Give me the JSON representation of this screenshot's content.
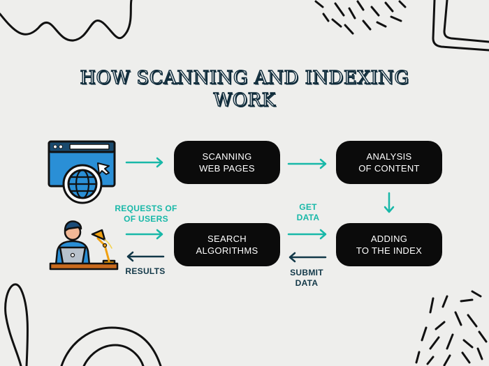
{
  "title": {
    "line1": "HOW SCANNING AND INDEXING",
    "line2": "WORK"
  },
  "steps": {
    "scanning": {
      "line1": "SCANNING",
      "line2": "WEB PAGES"
    },
    "analysis": {
      "line1": "ANALYSIS",
      "line2": "OF CONTENT"
    },
    "adding": {
      "line1": "ADDING",
      "line2": "TO THE INDEX"
    },
    "search": {
      "line1": "SEARCH",
      "line2": "ALGORITHMS"
    }
  },
  "arrow_labels": {
    "requests": {
      "line1": "REQUESTS OF",
      "line2": "OF USERS"
    },
    "results": "RESULTS",
    "get_data": {
      "line1": "GET",
      "line2": "DATA"
    },
    "submit_data": {
      "line1": "SUBMIT",
      "line2": "DATA"
    }
  },
  "icons": {
    "browser": "browser-globe-icon",
    "user": "user-at-laptop-icon"
  },
  "colors": {
    "accent_teal": "#18b8a8",
    "box_fill": "#0b0b0b",
    "title_outline": "#0f2b3a",
    "dark_label": "#123848",
    "icon_blue": "#2a8fd6",
    "background": "#eeeeec"
  }
}
